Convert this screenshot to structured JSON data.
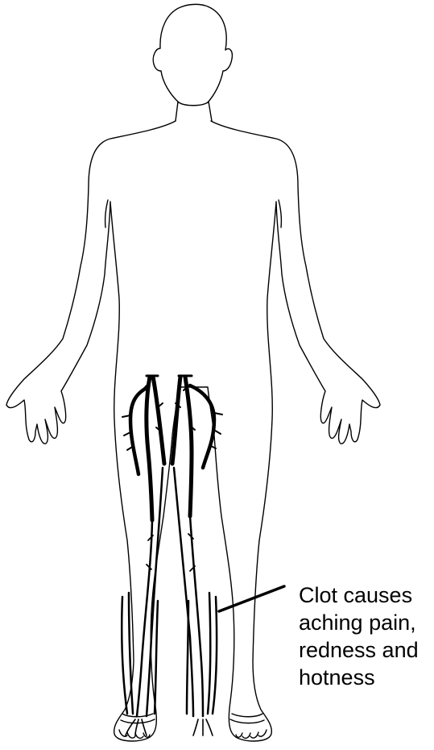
{
  "annotation": {
    "lines": [
      "Clot causes",
      "aching pain,",
      "redness and",
      "hotness"
    ]
  },
  "colors": {
    "outline": "#000000",
    "vein": "#000000",
    "background": "#ffffff"
  },
  "icons": {
    "figure": "human-body-outline-icon"
  }
}
